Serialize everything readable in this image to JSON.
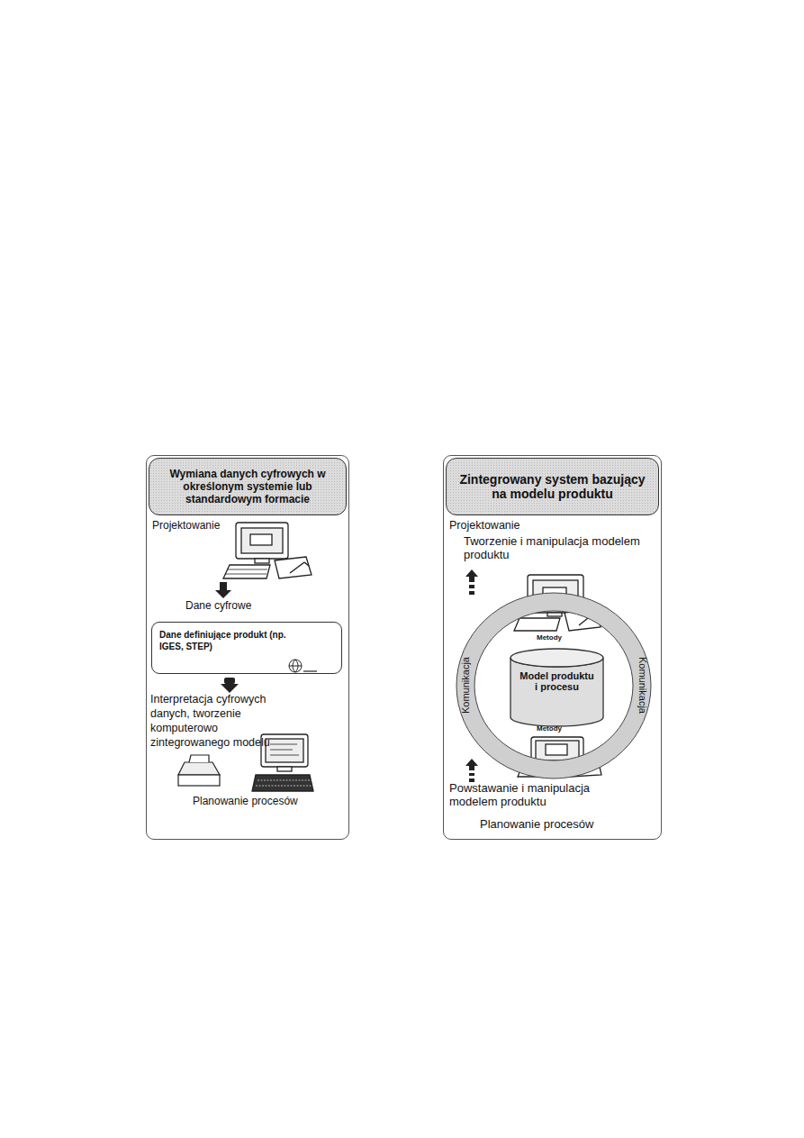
{
  "diagram": {
    "nodes": [
      {
        "text": [
          "Wymiana danych cyfrowych w określonym systemie lub standardowym formacie"
        ]
      },
      {
        "text": [
          "Dane definiujące produkt (np. IGES, STEP)"
        ],
        "in": 0
      },
      {
        "text": [
          "Zintegrowany system bazujący na modelu produktu"
        ]
      },
      {
        "text": [
          "Komunikacja",
          "Komunikacja"
        ],
        "in": 2
      },
      {
        "text": [
          "Model produktu i procesu"
        ],
        "in": 3
      }
    ],
    "labels": [
      "Projektowanie",
      "Dane cyfrowe",
      "Interpretacja cyfrowych danych, tworzenie komputerowo zintegrowanego modelu",
      "Planowanie procesów",
      "Projektowanie",
      "Tworzenie i manipulacja modelem produktu",
      "Metody",
      "Metody",
      "Powstawanie i manipulacja modelem produktu",
      "Planowanie procesów"
    ]
  }
}
